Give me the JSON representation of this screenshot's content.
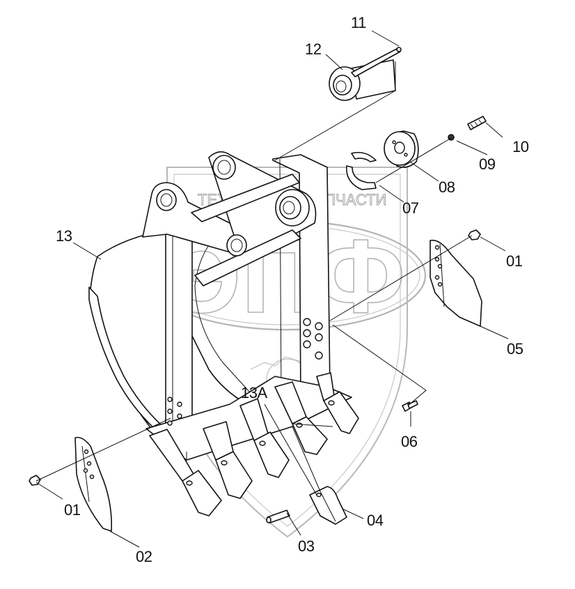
{
  "watermark": {
    "brand_left": "ТЕХНИКА",
    "brand_right": "ЗАПЧАСТИ",
    "logo": "ЭПФ"
  },
  "labels": {
    "p01a": "01",
    "p01b": "01",
    "p02": "02",
    "p03": "03",
    "p04": "04",
    "p05": "05",
    "p06": "06",
    "p07": "07",
    "p08": "08",
    "p09": "09",
    "p10": "10",
    "p11": "11",
    "p12": "12",
    "p13": "13",
    "p13a": "13A"
  }
}
